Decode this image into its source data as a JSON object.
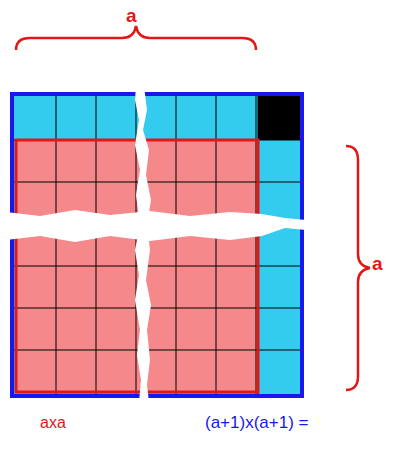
{
  "diagram": {
    "labels": [
      "a",
      "a",
      "axa",
      "(a+1)x(a+1) ="
    ]
  }
}
